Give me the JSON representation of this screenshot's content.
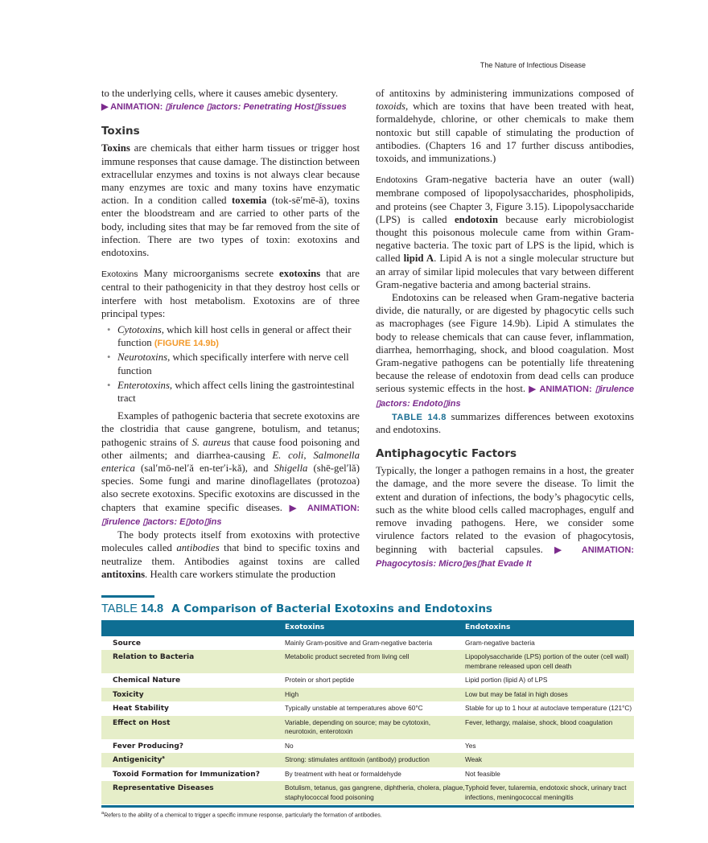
{
  "running_head": "The Nature of Infectious Disease",
  "left": {
    "p0": "to the underlying cells, where it causes amebic dysentery.",
    "anim1": "▶ ANIMATION: ",
    "anim1_title": "▯irulence ▯actors: Penetrating Host▯issues",
    "h_toxins": "Toxins",
    "p1_b": "Toxins",
    "p1a": " are chemicals that either harm tissues or trigger host immune responses that cause damage. The distinction between extracellular enzymes and toxins is not always clear because many enzymes are toxic and many toxins have enzymatic action. In a condition called ",
    "p1_b2": "toxemia",
    "p1b": " (tok-sē′mē-ă), toxins enter the bloodstream and are carried to other parts of the body, including sites that may be far removed from the site of infection. There are two types of toxin: exotoxins and endotoxins.",
    "exo_head": "Exotoxins",
    "p2a": "  Many microorganisms secrete ",
    "p2_b": "exotoxins",
    "p2b": " that are central to their pathogenicity in that they destroy host cells or interfere with host metabolism. Exotoxins are of three principal types:",
    "bullets": [
      {
        "term": "Cytotoxins",
        "text": ", which kill host cells in general or affect their function ",
        "fig": "(FIGURE 14.9b)"
      },
      {
        "term": "Neurotoxins",
        "text": ", which specifically interfere with nerve cell function",
        "fig": ""
      },
      {
        "term": "Enterotoxins",
        "text": ", which affect cells lining the gastrointestinal tract",
        "fig": ""
      }
    ],
    "p3a": "Examples of pathogenic bacteria that secrete exotoxins are the clostridia that cause gangrene, botulism, and tetanus; pathogenic strains of ",
    "p3_i1": "S. aureus",
    "p3b": " that cause food poisoning and other ailments; and diarrhea-causing ",
    "p3_i2": "E. coli",
    "p3c": ", ",
    "p3_i3": "Salmonella enterica",
    "p3d": " (sal′mō-nel′ă en-ter′i-kă), and ",
    "p3_i4": "Shigella",
    "p3e": " (shē-gel′lă) species. Some fungi and marine dinoflagellates (protozoa) also secrete exotoxins. Specific exotoxins are discussed in the chapters that examine specific diseases. ",
    "anim2": "▶ ANIMATION: ",
    "anim2_title": "▯irulence ▯actors: E▯oto▯ins",
    "p4a": "The body protects itself from exotoxins with protective molecules called ",
    "p4_i": "antibodies",
    "p4b": " that bind to specific toxins and neutralize them. Antibodies against toxins are called ",
    "p4_b": "antitoxins",
    "p4c": ". Health care workers stimulate the production"
  },
  "right": {
    "p0a": "of antitoxins by administering immunizations composed of ",
    "p0_i": "toxoids",
    "p0b": ", which are toxins that have been treated with heat, formaldehyde, chlorine, or other chemicals to make them nontoxic but still capable of stimulating the production of antibodies. (Chapters 16 and 17 further discuss antibodies, toxoids, and immunizations.)",
    "endo_head": "Endotoxins",
    "p1a": "  Gram-negative bacteria have an outer (wall) membrane composed of lipopolysaccharides, phospholipids, and proteins (see Chapter 3, Figure 3.15). Lipopolysaccharide (LPS) is called ",
    "p1_b": "endotoxin",
    "p1b": " because early microbiologist thought this poisonous molecule came from within Gram-negative bacteria. The toxic part of LPS is the lipid, which is called ",
    "p1_b2": "lipid A",
    "p1c": ". Lipid A is not a single molecular structure but an array of similar lipid molecules that vary between different Gram-negative bacteria and among bacterial strains.",
    "p2": "Endotoxins can be released when Gram-negative bacteria divide, die naturally, or are digested by phagocytic cells such as macrophages (see Figure 14.9b). Lipid A stimulates the body to release chemicals that can cause fever, inflammation, diarrhea, hemorrhaging, shock, and blood coagulation. Most Gram-negative pathogens can be potentially life threatening because the release of endotoxin from dead cells can produce serious systemic effects in the host. ",
    "anim3": "▶ ANIMATION: ",
    "anim3_title": "▯irulence ▯actors: Endoto▯ins",
    "p3_ref": "TABLE 14.8",
    "p3": " summarizes differences between exotoxins and endotoxins.",
    "h_anti": "Antiphagocytic Factors",
    "p4": "Typically, the longer a pathogen remains in a host, the greater the damage, and the more severe the disease. To limit the extent and duration of infections, the body’s phagocytic cells, such as the white blood cells called macrophages, engulf and remove invading pathogens. Here, we consider some virulence factors related to the evasion of phagocytosis, beginning with bacterial capsules. ",
    "anim4": "▶ ANIMATION: ",
    "anim4_title": "Phagocytosis: Micro▯es▯hat Evade It"
  },
  "table": {
    "label": "TABLE",
    "number": "14.8",
    "title": "A Comparison of Bacterial Exotoxins and Endotoxins",
    "columns": [
      "",
      "Exotoxins",
      "Endotoxins"
    ],
    "rows": [
      {
        "h": "Source",
        "exo": "Mainly Gram-positive and Gram-negative bacteria",
        "endo": "Gram-negative bacteria",
        "sup": ""
      },
      {
        "h": "Relation to Bacteria",
        "exo": "Metabolic product secreted from living cell",
        "endo": "Lipopolysaccharide (LPS) portion of the outer (cell wall) membrane released upon cell death",
        "sup": ""
      },
      {
        "h": "Chemical Nature",
        "exo": "Protein or short peptide",
        "endo": "Lipid portion (lipid A) of LPS",
        "sup": ""
      },
      {
        "h": "Toxicity",
        "exo": "High",
        "endo": "Low but may be fatal in high doses",
        "sup": ""
      },
      {
        "h": "Heat Stability",
        "exo": "Typically unstable at temperatures above 60°C",
        "endo": "Stable for up to 1 hour at autoclave temperature (121°C)",
        "sup": ""
      },
      {
        "h": "Effect on Host",
        "exo": "Variable, depending on source; may be cytotoxin, neurotoxin, enterotoxin",
        "endo": "Fever, lethargy, malaise, shock, blood coagulation",
        "sup": ""
      },
      {
        "h": "Fever Producing?",
        "exo": "No",
        "endo": "Yes",
        "sup": ""
      },
      {
        "h": "Antigenicity",
        "exo": "Strong: stimulates antitoxin (antibody) production",
        "endo": "Weak",
        "sup": "a"
      },
      {
        "h": "Toxoid Formation for Immunization?",
        "exo": "By treatment with heat or formaldehyde",
        "endo": "Not feasible",
        "sup": ""
      },
      {
        "h": "Representative Diseases",
        "exo": "Botulism, tetanus, gas gangrene, diphtheria, cholera, plague, staphylococcal food poisoning",
        "endo": "Typhoid fever, tularemia, endotoxic shock, urinary tract infections, meningococcal meningitis",
        "sup": ""
      }
    ],
    "footnote_mark": "a",
    "footnote": "Refers to the ability of a chemical to trigger a specific immune response, particularly the formation of antibodies."
  },
  "colors": {
    "accent": "#0e6e93",
    "animation": "#7b2a8c",
    "figure_ref": "#f39a2b",
    "row_shade": "#e6eec9"
  }
}
